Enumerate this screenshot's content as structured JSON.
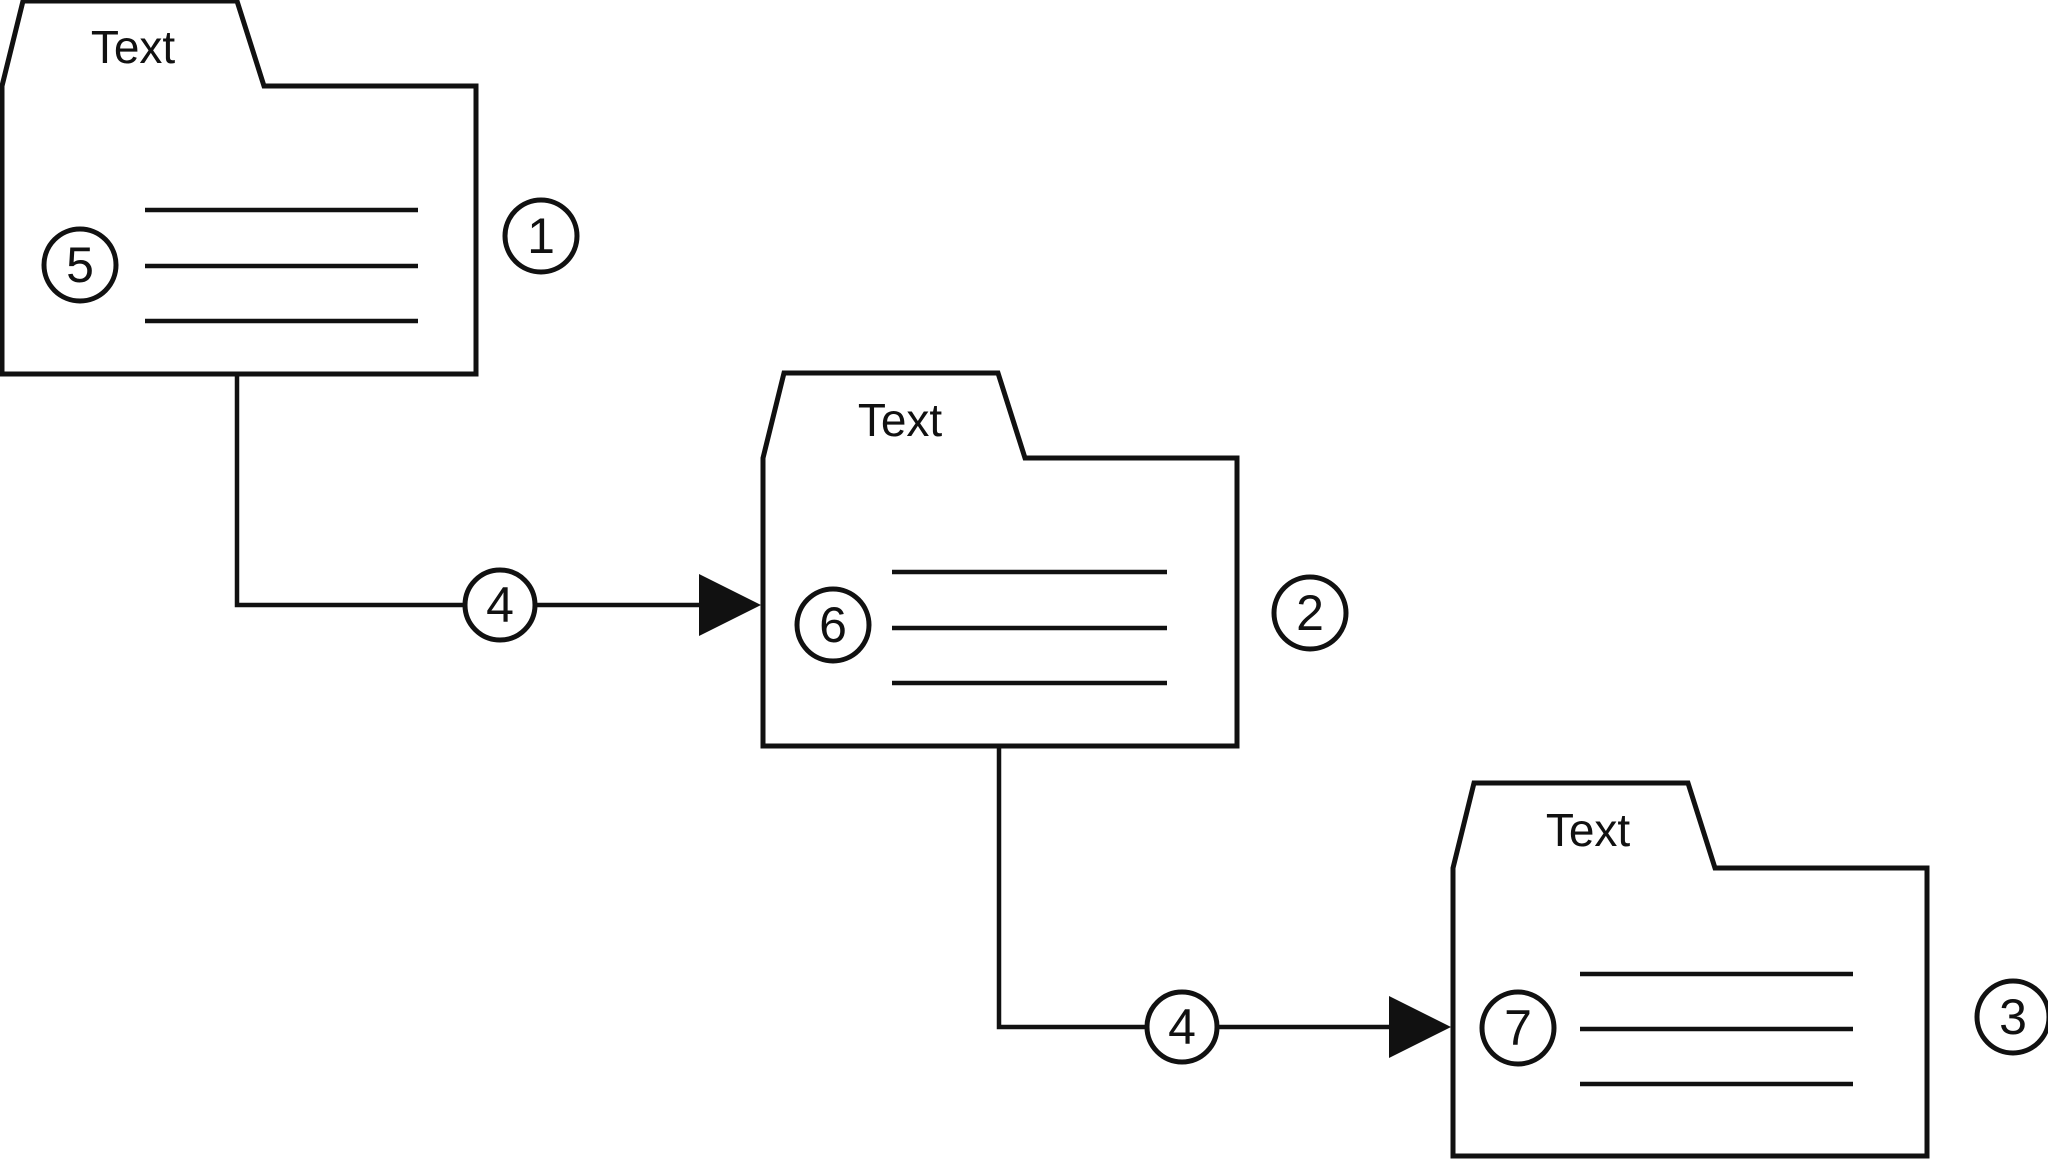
{
  "diagram": {
    "colors": {
      "stroke": "#111111",
      "background": "#ffffff"
    },
    "folders": [
      {
        "label": "Text",
        "step": "5",
        "ref": "1"
      },
      {
        "label": "Text",
        "step": "6",
        "ref": "2"
      },
      {
        "label": "Text",
        "step": "7",
        "ref": "3"
      }
    ],
    "connectors": [
      {
        "label": "4"
      },
      {
        "label": "4"
      }
    ]
  }
}
